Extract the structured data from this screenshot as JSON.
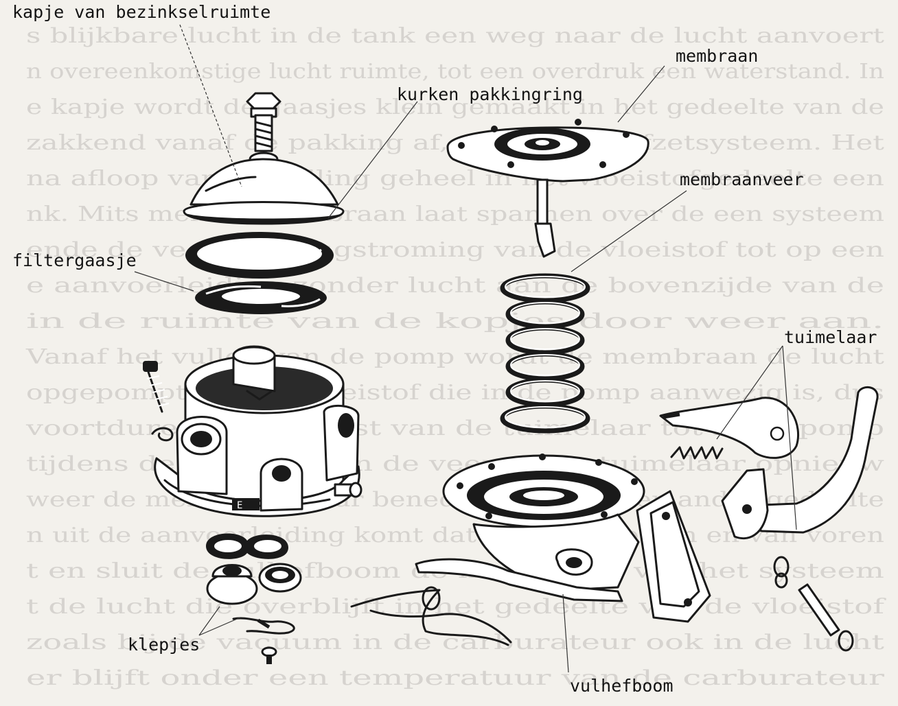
{
  "labels": {
    "kapje": "kapje van bezinkselruimte",
    "kurken": "kurken pakkingring",
    "filtergaasje": "filtergaasje",
    "membraan": "membraan",
    "membraanveer": "membraanveer",
    "tuimelaar": "tuimelaar",
    "klepjes": "klepjes",
    "vulhefboom": "vulhefboom"
  },
  "background_text": [
    "s blijkbare lucht in de tank een weg naar de lucht aanvoert",
    "n overeenkomstige lucht ruimte, tot een overdruk een waterstand. In",
    "e kapje wordt de gaasjes klein gemaakt in het gedeelte van de",
    "zakkend vanaf de pakking af, tot aan het afzetsysteem. Het",
    "na afloop van de vulling geheel in het vloeistofgedeelte een",
    "nk. Mits men de membraan laat spannen over de een systeem",
    "ende de veer de terugstroming van de vloeistof tot op een",
    "e aanvoerleiding zonder lucht aan de bovenzijde van de",
    "in de ruimte van de kopjes door weer aan.",
    "Vanaf het vullen van de pomp wordt de membraan de lucht",
    "opgepompt van de vloeistof die in de pomp aanwezig is, dus",
    "voortdurend verplaatst van de tuimelaar tot in de pomp",
    "tijdens de werking van de veer en de tuimelaar opnieuw",
    "weer de membraan naar beneden zodat er een ander gedeelte",
    "n uit de aanvoerleiding komt dat in de pomp aan en van voren",
    "t en sluit de vulhefboom de membraan van het systeem",
    "t de lucht die overblijft in het gedeelte van de vloeistof",
    "zoals bij de vacuum in de carburateur ook in de lucht",
    "er blijft onder een temperatuur van de carburateur"
  ]
}
